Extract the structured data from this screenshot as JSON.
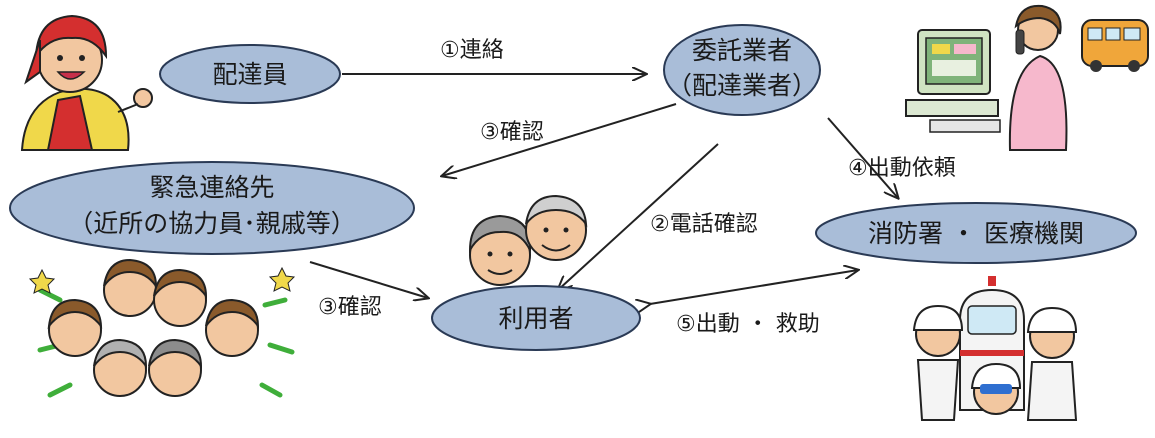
{
  "colors": {
    "node_fill": "#a9bdd8",
    "node_stroke": "#2a3a55",
    "arrow": "#222222",
    "deco_red": "#d42f2f",
    "deco_yellow": "#f0d84a",
    "deco_green": "#3fae3a",
    "deco_skin": "#f2c7a0",
    "deco_pink": "#f6b8cc"
  },
  "nodes": {
    "delivery": {
      "label": "配達員"
    },
    "contractor": {
      "line1": "委託業者",
      "line2": "（配達業者）"
    },
    "emergency": {
      "line1": "緊急連絡先",
      "line2": "（近所の協力員･親戚等）"
    },
    "fire": {
      "label": "消防署 ・ 医療機関"
    },
    "user": {
      "label": "利用者"
    }
  },
  "edges": {
    "e1": "①連絡",
    "e3a": "③確認",
    "e4": "④出動依頼",
    "e2": "②電話確認",
    "e3b": "③確認",
    "e5": "⑤出動 ・ 救助"
  },
  "illustrations": {
    "delivery_worker": "delivery-worker-icon",
    "operator": "operator-at-computer-icon",
    "elderly_couple": "elderly-couple-icon",
    "family_group": "family-group-icon",
    "rescue_team": "rescue-team-ambulance-icon"
  }
}
